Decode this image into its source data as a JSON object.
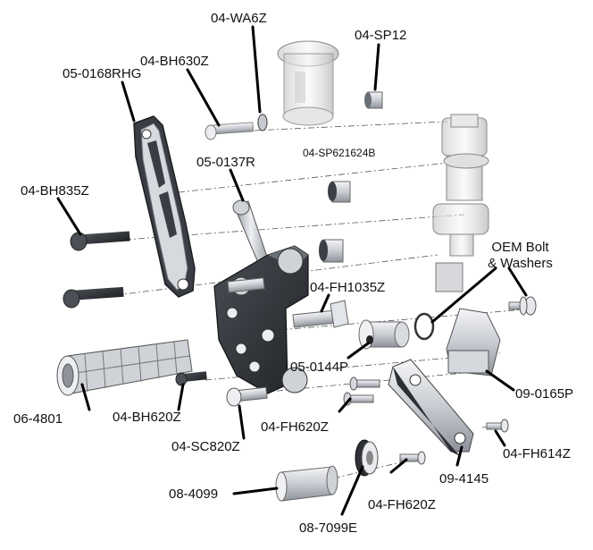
{
  "parts": {
    "wa6z": "04-WA6Z",
    "sp12": "04-SP12",
    "bh630z": "04-BH630Z",
    "rhg": "05-0168RHG",
    "sp621624b": "04-SP621624B",
    "r0137": "05-0137R",
    "bh835z": "04-BH835Z",
    "oem_line1": "OEM Bolt",
    "oem_line2": "& Washers",
    "fh1035z": "04-FH1035Z",
    "p0144": "05-0144P",
    "p0165": "09-0165P",
    "p4801": "06-4801",
    "bh620z": "04-BH620Z",
    "fh620z_a": "04-FH620Z",
    "sc820z": "04-SC820Z",
    "fh614z": "04-FH614Z",
    "p4145": "09-4145",
    "p4099": "08-4099",
    "fh620z_b": "04-FH620Z",
    "p7099e": "08-7099E"
  },
  "colors": {
    "metal_dark": "#2f3338",
    "metal_light": "#e4e6ea",
    "metal_mid": "#a9adb4",
    "transparent_part": "#dcdcdc",
    "leader": "#000000"
  }
}
